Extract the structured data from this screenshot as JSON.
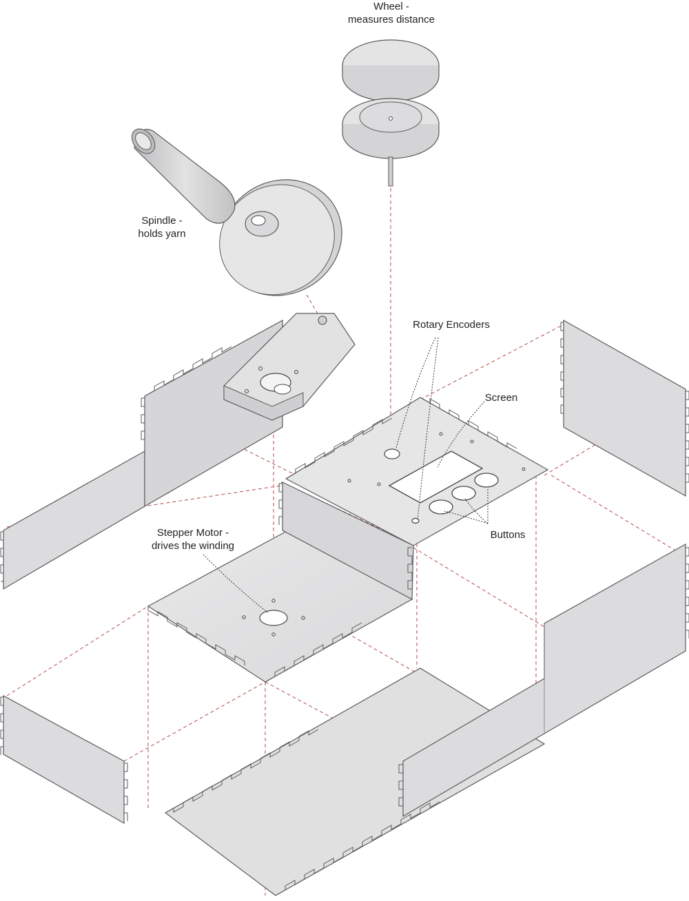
{
  "labels": {
    "wheel": {
      "line1": "Wheel -",
      "line2": "measures distance"
    },
    "spindle": {
      "line1": "Spindle -",
      "line2": "holds yarn"
    },
    "rotary_encoders": "Rotary Encoders",
    "screen": "Screen",
    "buttons": "Buttons",
    "stepper": {
      "line1": "Stepper Motor -",
      "line2": "drives the winding"
    }
  },
  "colors": {
    "panel_fill": "#e3e3e4",
    "panel_edge": "#5a5a5a",
    "guide_line": "#b24a4a",
    "leader": "#333333"
  }
}
